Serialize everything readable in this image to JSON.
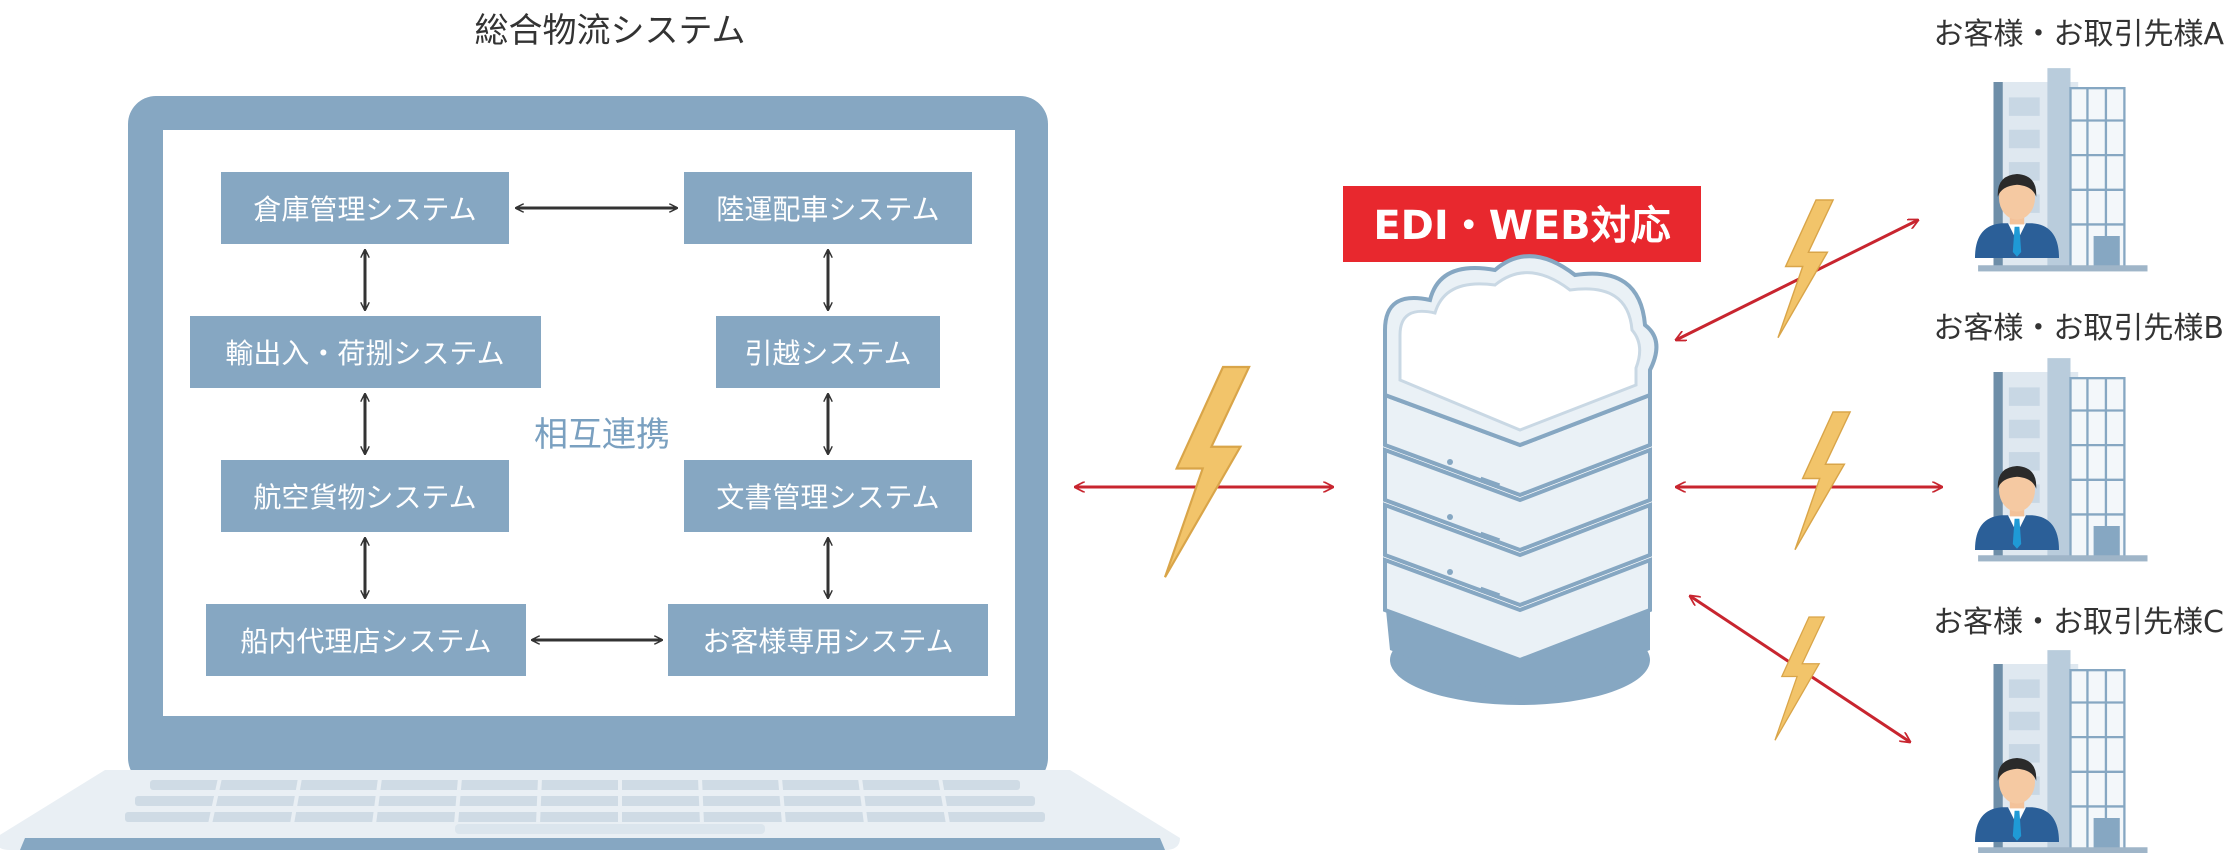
{
  "title": "総合物流システム",
  "center_label": "相互連携",
  "edi_label": "EDI・WEB対応",
  "systems": {
    "warehouse": "倉庫管理システム",
    "land": "陸運配車システム",
    "import_export": "輸出入・荷捌システム",
    "moving": "引越システム",
    "air": "航空貨物システム",
    "document": "文書管理システム",
    "agency": "船内代理店システム",
    "customer": "お客様専用システム"
  },
  "clients": {
    "a": "お客様・お取引先様A",
    "b": "お客様・お取引先様B",
    "c": "お客様・お取引先様C"
  },
  "colors": {
    "laptop": "#86a7c2",
    "box": "#86a7c2",
    "arrow_red": "#c8252f",
    "edi_bg": "#e8282e",
    "bolt": "#f2c46a",
    "server_light": "#eaf1f6",
    "server_stroke": "#86a7c2",
    "center_label": "#7aa0c0"
  }
}
